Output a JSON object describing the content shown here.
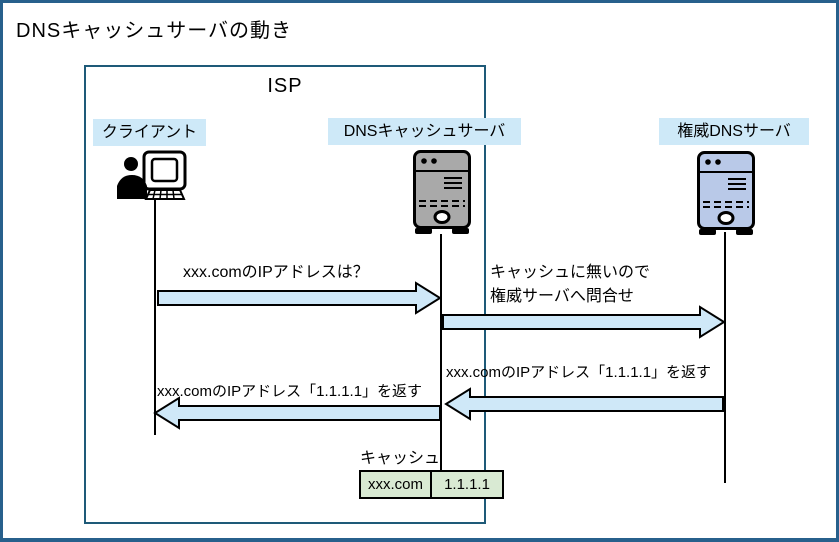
{
  "title": "DNSキャッシュサーバの動き",
  "isp": {
    "label": "ISP"
  },
  "actors": {
    "client": {
      "label": "クライアント",
      "icon": "person-computer-icon"
    },
    "cache_server": {
      "label": "DNSキャッシュサーバ",
      "icon": "server-tower-icon"
    },
    "auth_server": {
      "label": "権威DNSサーバ",
      "icon": "server-tower-icon"
    }
  },
  "messages": {
    "query": "xxx.comのIPアドレスは？",
    "forward_line1": "キャッシュに無いので",
    "forward_line2": "権威サーバへ問合せ",
    "auth_response": "xxx.comのIPアドレス「1.1.1.1」を返す",
    "client_response": "xxx.comのIPアドレス「1.1.1.1」を返す"
  },
  "cache_table": {
    "label": "キャッシュ",
    "entry": {
      "domain": "xxx.com",
      "ip": "1.1.1.1"
    }
  },
  "colors": {
    "outer_border": "#27608C",
    "isp_border": "#1E5A78",
    "actor_label_bg": "#CEE9F8",
    "arrow_fill": "#CFE8F8",
    "cache_server_fill": "#A9A9A9",
    "auth_server_fill": "#B9C9E8",
    "cache_table_fill": "#D9EAD3",
    "text": "#000000"
  }
}
